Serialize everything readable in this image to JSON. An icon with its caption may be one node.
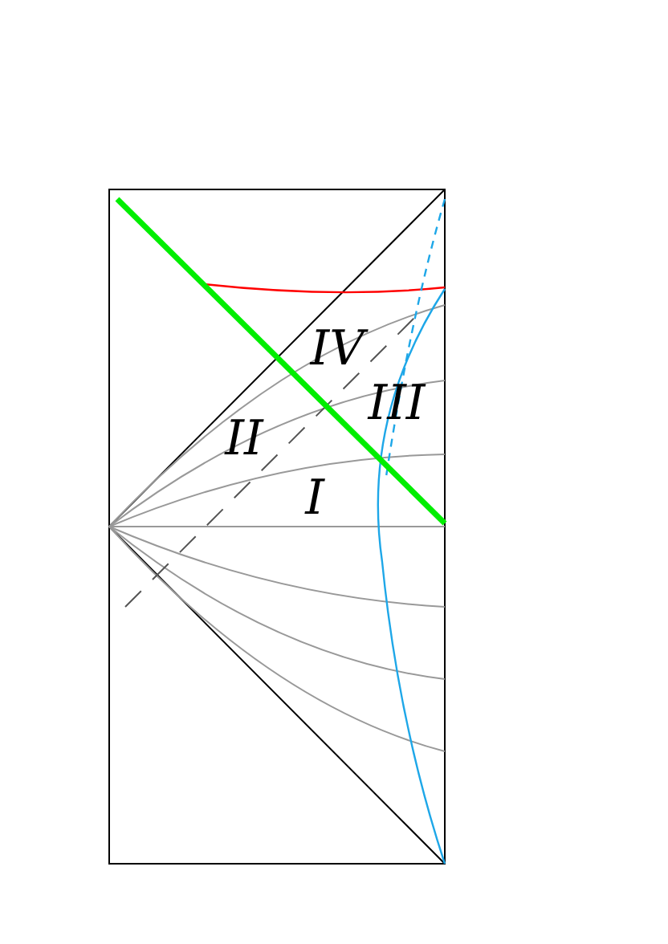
{
  "diagram": {
    "labels": [
      "IV",
      "III",
      "II",
      "I"
    ]
  }
}
